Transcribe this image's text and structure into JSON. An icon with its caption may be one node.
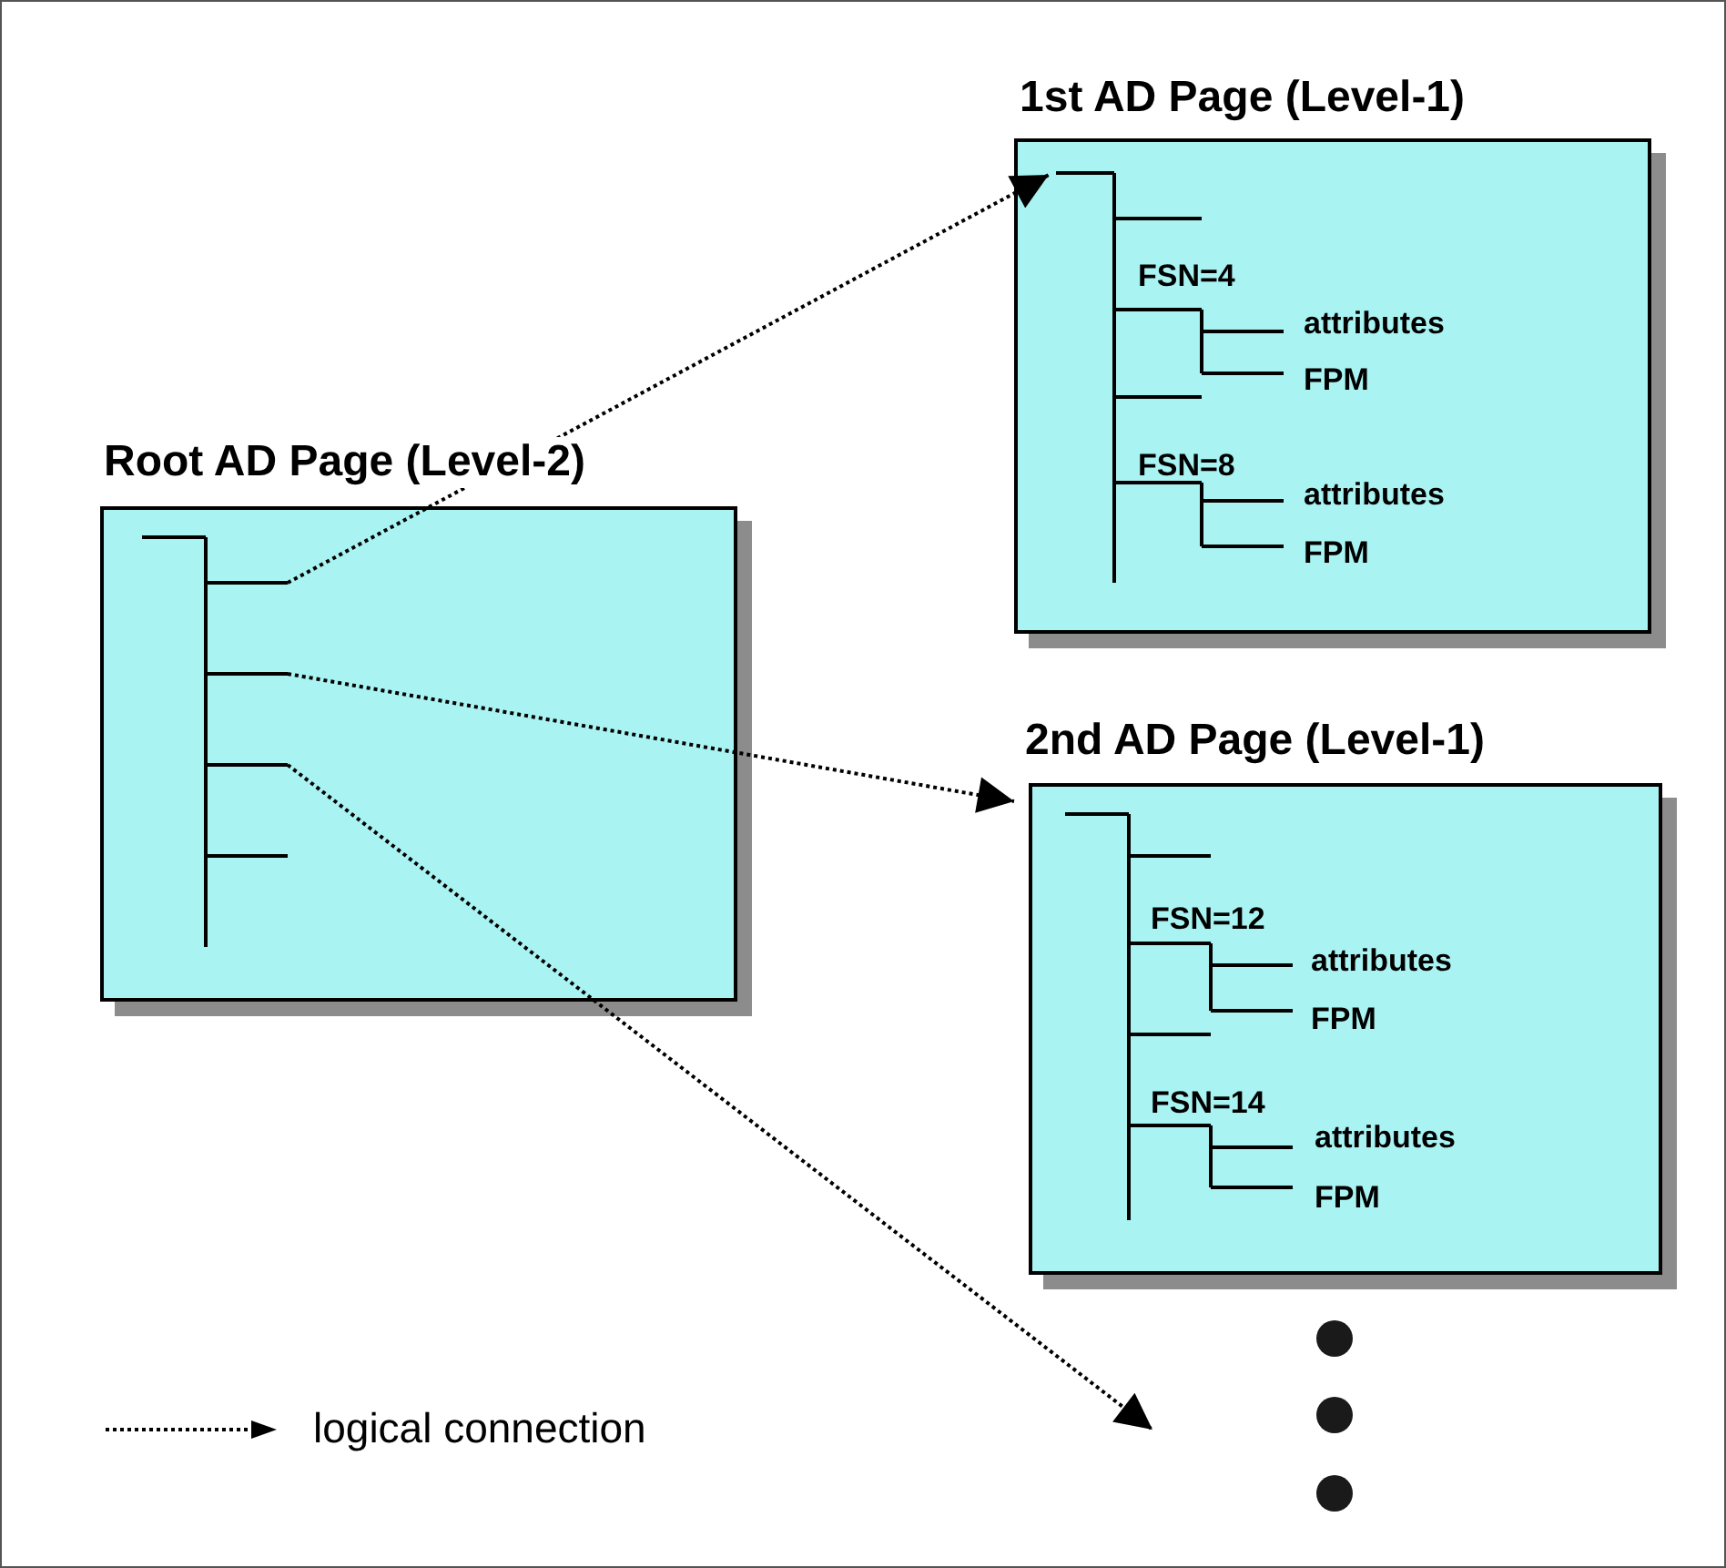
{
  "diagram": {
    "nodes": [
      {
        "text": [
          "Root AD Page (Level-2)"
        ]
      },
      {
        "text": [
          "1st AD Page (Level-1)"
        ]
      },
      {
        "text": [
          "2nd AD Page (Level-1)"
        ]
      }
    ],
    "edges": [
      {
        "from": 0,
        "to": 1,
        "arrow": "to",
        "style": "dashed"
      },
      {
        "from": 0,
        "to": 2,
        "arrow": "to",
        "style": "dashed"
      },
      {
        "from": 0,
        "to": null,
        "arrow": "to",
        "style": "dashed"
      }
    ],
    "labels": [
      "FSN=4",
      "attributes",
      "FPM",
      "FSN=8",
      "attributes",
      "FPM",
      "FSN=12",
      "attributes",
      "FPM",
      "FSN=14",
      "attributes",
      "FPM"
    ],
    "legend": [
      {
        "text": "logical connection"
      }
    ]
  }
}
